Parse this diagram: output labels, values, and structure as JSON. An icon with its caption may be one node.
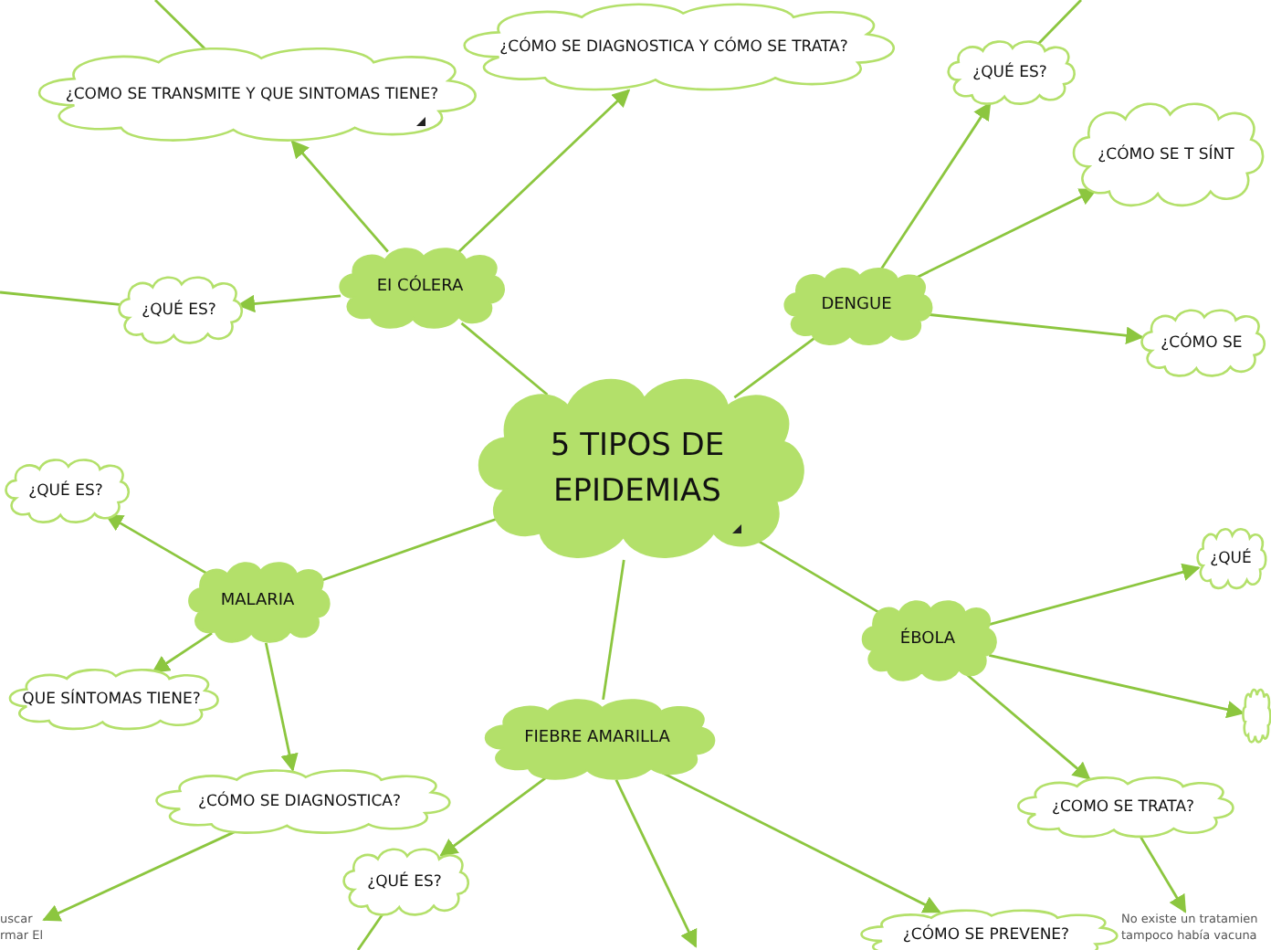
{
  "diagram": {
    "nodes": [
      {
        "text": [
          "5 TIPOS DE EPIDEMIAS"
        ]
      },
      {
        "text": [
          "EI CÓLERA"
        ]
      },
      {
        "text": [
          "¿COMO SE TRANSMITE Y QUE SINTOMAS TIENE?"
        ]
      },
      {
        "text": [
          "¿CÓMO SE DIAGNOSTICA Y CÓMO SE TRATA?"
        ]
      },
      {
        "text": [
          "¿QUÉ ES?"
        ]
      },
      {
        "text": [
          "DENGUE"
        ]
      },
      {
        "text": [
          "¿QUÉ ES?"
        ]
      },
      {
        "text": [
          "¿CÓMO SE T SÍNT"
        ]
      },
      {
        "text": [
          "¿CÓMO SE"
        ]
      },
      {
        "text": [
          "MALARIA"
        ]
      },
      {
        "text": [
          "¿QUÉ ES?"
        ]
      },
      {
        "text": [
          "QUE SÍNTOMAS TIENE?"
        ]
      },
      {
        "text": [
          "¿CÓMO SE DIAGNOSTICA?"
        ]
      },
      {
        "text": [
          "FIEBRE AMARILLA"
        ]
      },
      {
        "text": [
          "¿QUÉ ES?"
        ]
      },
      {
        "text": [
          "¿CÓMO SE PREVENE?"
        ]
      },
      {
        "text": [
          "ÉBOLA"
        ]
      },
      {
        "text": [
          "¿QUÉ"
        ]
      },
      {
        "text": [],
        "shape": "cloud"
      },
      {
        "text": [
          "¿COMO SE TRATA?"
        ]
      },
      {
        "text": [
          "No existe un tratamien tampoco había vacuna"
        ]
      },
      {
        "text": [
          "uscar rmar El"
        ]
      }
    ],
    "edges": [
      {
        "from": 0,
        "to": 1,
        "arrow": "none"
      },
      {
        "from": 0,
        "to": 5,
        "arrow": "none"
      },
      {
        "from": 0,
        "to": 9,
        "arrow": "none"
      },
      {
        "from": 0,
        "to": 13,
        "arrow": "none"
      },
      {
        "from": 0,
        "to": 16,
        "arrow": "none"
      },
      {
        "from": 1,
        "to": 2,
        "arrow": "to"
      },
      {
        "from": 1,
        "to": 3,
        "arrow": "to"
      },
      {
        "from": 1,
        "to": 4,
        "arrow": "to"
      },
      {
        "from": 5,
        "to": 6,
        "arrow": "to"
      },
      {
        "from": 5,
        "to": 7,
        "arrow": "to"
      },
      {
        "from": 5,
        "to": 8,
        "arrow": "to"
      },
      {
        "from": 9,
        "to": 10,
        "arrow": "to"
      },
      {
        "from": 9,
        "to": 11,
        "arrow": "to"
      },
      {
        "from": 9,
        "to": 12,
        "arrow": "to"
      },
      {
        "from": 13,
        "to": 14,
        "arrow": "to"
      },
      {
        "from": 13,
        "to": 15,
        "arrow": "to"
      },
      {
        "from": 16,
        "to": 17,
        "arrow": "to"
      },
      {
        "from": 16,
        "to": 18,
        "arrow": "to"
      },
      {
        "from": 16,
        "to": 19,
        "arrow": "to"
      },
      {
        "from": 19,
        "to": 20,
        "arrow": "to"
      },
      {
        "from": 12,
        "to": 21,
        "arrow": "to"
      },
      {
        "from": 2,
        "to": null,
        "arrow": "none"
      },
      {
        "from": 4,
        "to": null,
        "arrow": "none"
      },
      {
        "from": 6,
        "to": null,
        "arrow": "none"
      },
      {
        "from": 14,
        "to": null,
        "arrow": "none"
      },
      {
        "from": 13,
        "to": null,
        "arrow": "to"
      }
    ]
  }
}
